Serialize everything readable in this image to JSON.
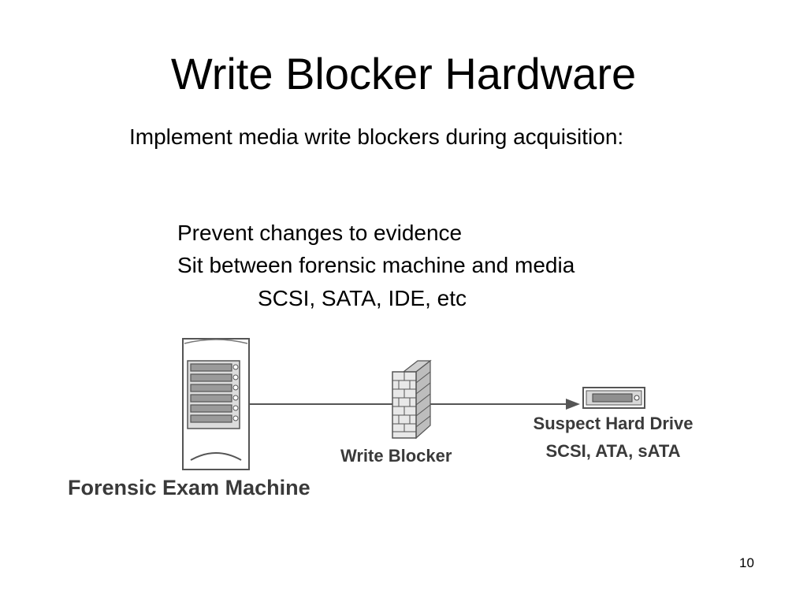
{
  "slide": {
    "title": "Write Blocker Hardware",
    "intro_text": "Implement media write blockers during acquisition:",
    "bullets": [
      "Prevent changes to evidence",
      "Sit between forensic machine and media",
      "SCSI, SATA, IDE, etc"
    ],
    "page_number": "10"
  },
  "diagram": {
    "machine_label": "Forensic Exam Machine",
    "blocker_label": "Write Blocker",
    "drive_label_line1": "Suspect Hard Drive",
    "drive_label_line2": "SCSI, ATA, sATA",
    "icons": [
      "server-tower-icon",
      "brick-wall-icon",
      "hard-drive-icon"
    ]
  }
}
